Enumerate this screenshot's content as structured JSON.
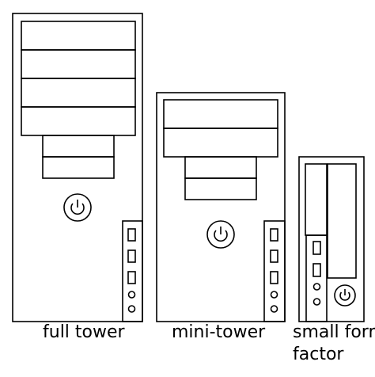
{
  "colors": {
    "stroke": "#000000",
    "background": "#ffffff"
  },
  "cases": [
    {
      "label": "full tower",
      "icon": "power-icon"
    },
    {
      "label": "mini-tower",
      "icon": "power-icon"
    },
    {
      "label_line1": "small form",
      "label_line2": "factor",
      "icon": "power-icon"
    }
  ]
}
